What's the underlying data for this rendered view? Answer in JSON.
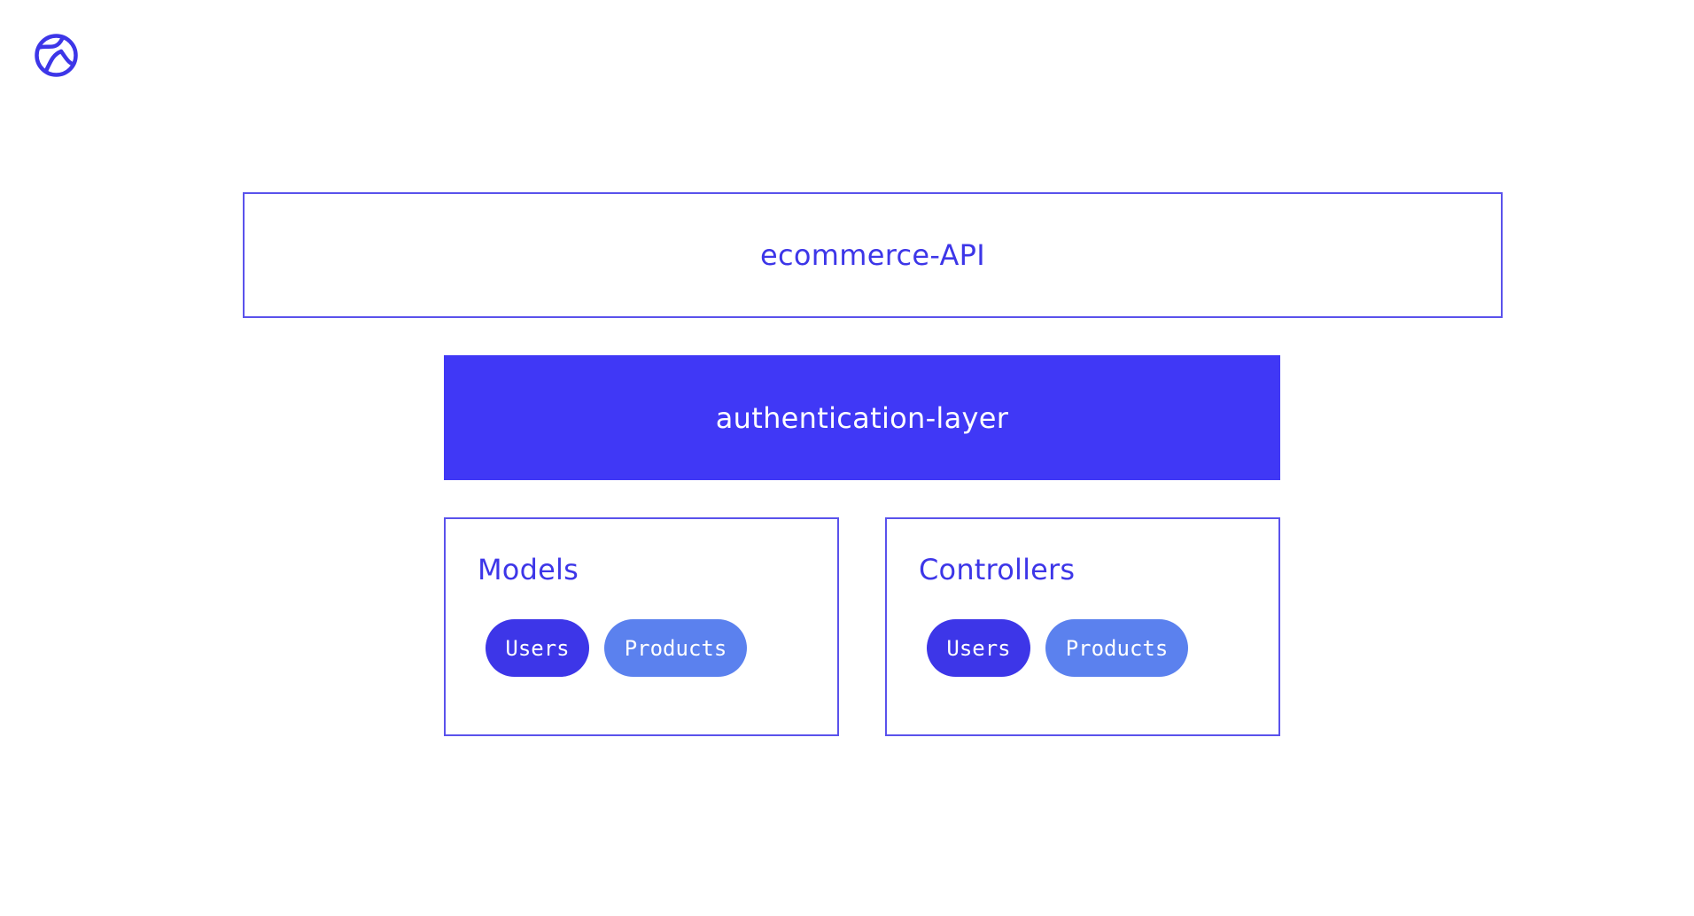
{
  "logo": {
    "icon": "globe-logo-icon",
    "color": "#3d36e8"
  },
  "api": {
    "label": "ecommerce-API"
  },
  "auth": {
    "label": "authentication-layer"
  },
  "models": {
    "title": "Models",
    "items": [
      {
        "label": "Users"
      },
      {
        "label": "Products"
      }
    ]
  },
  "controllers": {
    "title": "Controllers",
    "items": [
      {
        "label": "Users"
      },
      {
        "label": "Products"
      }
    ]
  },
  "colors": {
    "accent": "#3d36e8",
    "auth_fill": "#4038f6",
    "border": "#5a52ec",
    "secondary_pill": "#5b81ee"
  }
}
